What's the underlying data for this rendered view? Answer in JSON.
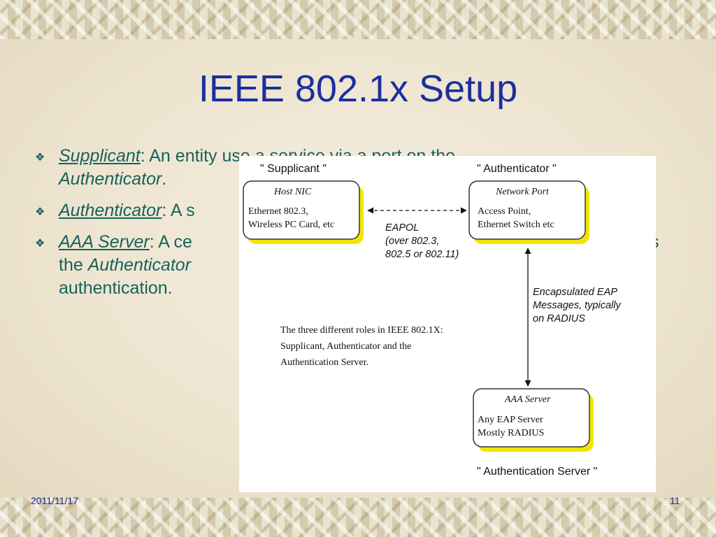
{
  "slide": {
    "title": "IEEE 802.1x Setup",
    "bullets": [
      {
        "parts": [
          {
            "text": "Supplicant",
            "style": "term"
          },
          {
            "text": ": An entity use a service via a port on the ",
            "style": "plain"
          },
          {
            "text": "Authenticator",
            "style": "em"
          },
          {
            "text": ".",
            "style": "plain"
          }
        ]
      },
      {
        "parts": [
          {
            "text": "Authenticator",
            "style": "term"
          },
          {
            "text": ": A s",
            "style": "plain"
          }
        ]
      },
      {
        "parts": [
          {
            "text": "AAA Server",
            "style": "term"
          },
          {
            "text": ": A ce",
            "style": "plain"
          },
          {
            "text": "s",
            "style": "plain-right"
          },
          {
            "text": "the ",
            "style": "plain-break"
          },
          {
            "text": "Authenticator",
            "style": "em"
          },
          {
            "text": "authentication.",
            "style": "plain-break"
          }
        ]
      }
    ],
    "bullet_glyph": "❖",
    "footer": {
      "date": "2011/11/17",
      "page": "11"
    }
  },
  "diagram": {
    "supplicant_label": "\" Supplicant \"",
    "authenticator_label": "\" Authenticator \"",
    "server_label": "\" Authentication Server \"",
    "host_nic": {
      "title": "Host NIC",
      "body": "Ethernet 802.3,\nWireless PC Card, etc"
    },
    "network_port": {
      "title": "Network Port",
      "body": "Access Point,\nEthernet Switch etc"
    },
    "aaa_server": {
      "title": "AAA Server",
      "body": "Any EAP Server\nMostly RADIUS"
    },
    "eapol_label": "EAPOL\n(over 802.3,\n802.5 or 802.11)",
    "radius_label": "Encapsulated EAP\nMessages, typically\non RADIUS",
    "caption": "The three different roles in IEEE 802.1X:\nSupplicant, Authenticator and the\nAuthentication Server."
  },
  "colors": {
    "title": "#1c2f9e",
    "body_text": "#17625b",
    "box_shadow": "#f2e600"
  }
}
